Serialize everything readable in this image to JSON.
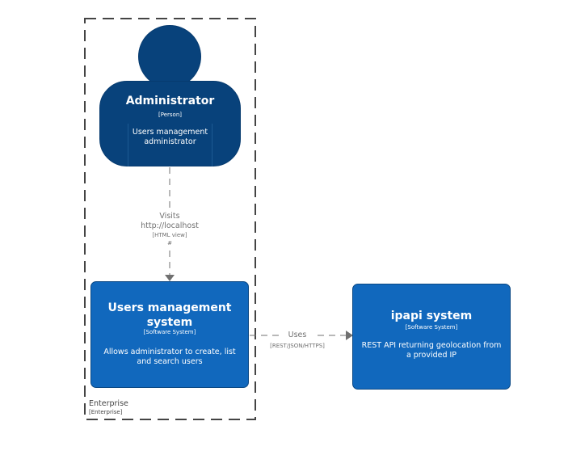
{
  "person": {
    "name": "Administrator",
    "type": "[Person]",
    "description": "Users management administrator"
  },
  "systems": [
    {
      "name": "Users management system",
      "type": "[Software System]",
      "description": "Allows administrator to create, list and search users"
    },
    {
      "name": "ipapi system",
      "type": "[Software System]",
      "description": "REST API returning geolocation from a provided IP"
    }
  ],
  "relationships": [
    {
      "label_line1": "Visits",
      "label_line2": "http://localhost",
      "technology": "[HTML view]",
      "marker": "#"
    },
    {
      "label": "Uses",
      "technology": "[REST/JSON/HTTPS]"
    }
  ],
  "boundary": {
    "name": "Enterprise",
    "type": "[Enterprise]"
  },
  "colors": {
    "person": "#08427b",
    "system": "#1168bd",
    "relationship": "#707070",
    "boundary": "#444444"
  }
}
